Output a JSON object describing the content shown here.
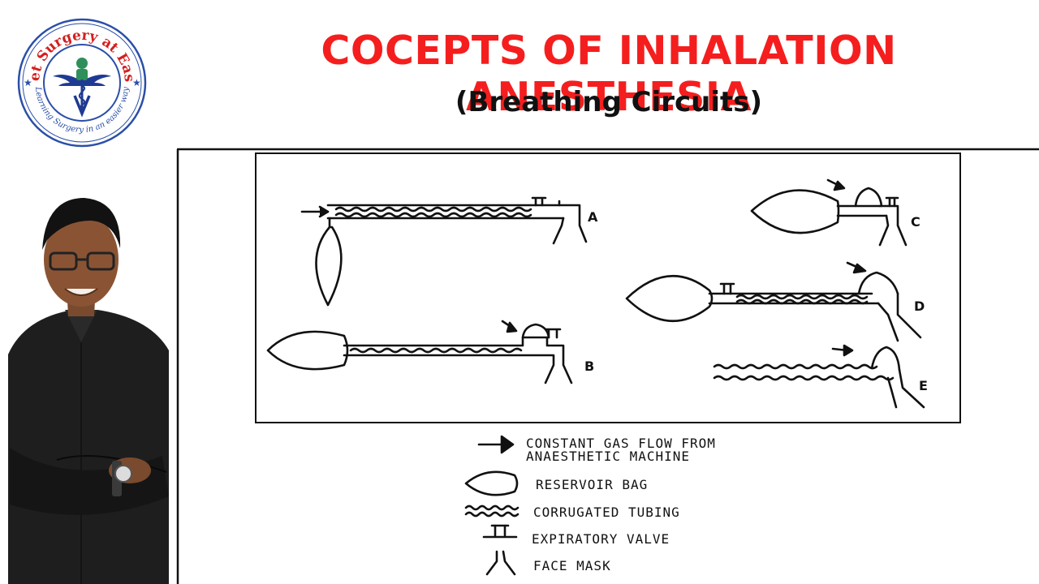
{
  "header": {
    "title": "COCEPTS OF INHALATION ANESTHESIA",
    "subtitle": "(Breathing Circuits)"
  },
  "logo": {
    "top_text": "Vet Surgery at Ease",
    "bottom_text": "Learning Surgery in an easier way",
    "center_letter": "V"
  },
  "presenter": {
    "label": "presenter-photo"
  },
  "diagram": {
    "circuits": [
      {
        "label": "A"
      },
      {
        "label": "B"
      },
      {
        "label": "C"
      },
      {
        "label": "D"
      },
      {
        "label": "E"
      }
    ]
  },
  "legend": {
    "items": [
      {
        "icon": "arrow-icon",
        "line1": "CONSTANT GAS FLOW FROM",
        "line2": "ANAESTHETIC  MACHINE"
      },
      {
        "icon": "reservoir-bag-icon",
        "line1": "RESERVOIR BAG"
      },
      {
        "icon": "corrugated-tubing-icon",
        "line1": "CORRUGATED TUBING"
      },
      {
        "icon": "expiratory-valve-icon",
        "line1": "EXPIRATORY VALVE"
      },
      {
        "icon": "face-mask-icon",
        "line1": "FACE MASK"
      }
    ]
  },
  "colors": {
    "title": "#f51e1e",
    "logo_ring": "#1f3a93",
    "logo_accent": "#d32020"
  }
}
